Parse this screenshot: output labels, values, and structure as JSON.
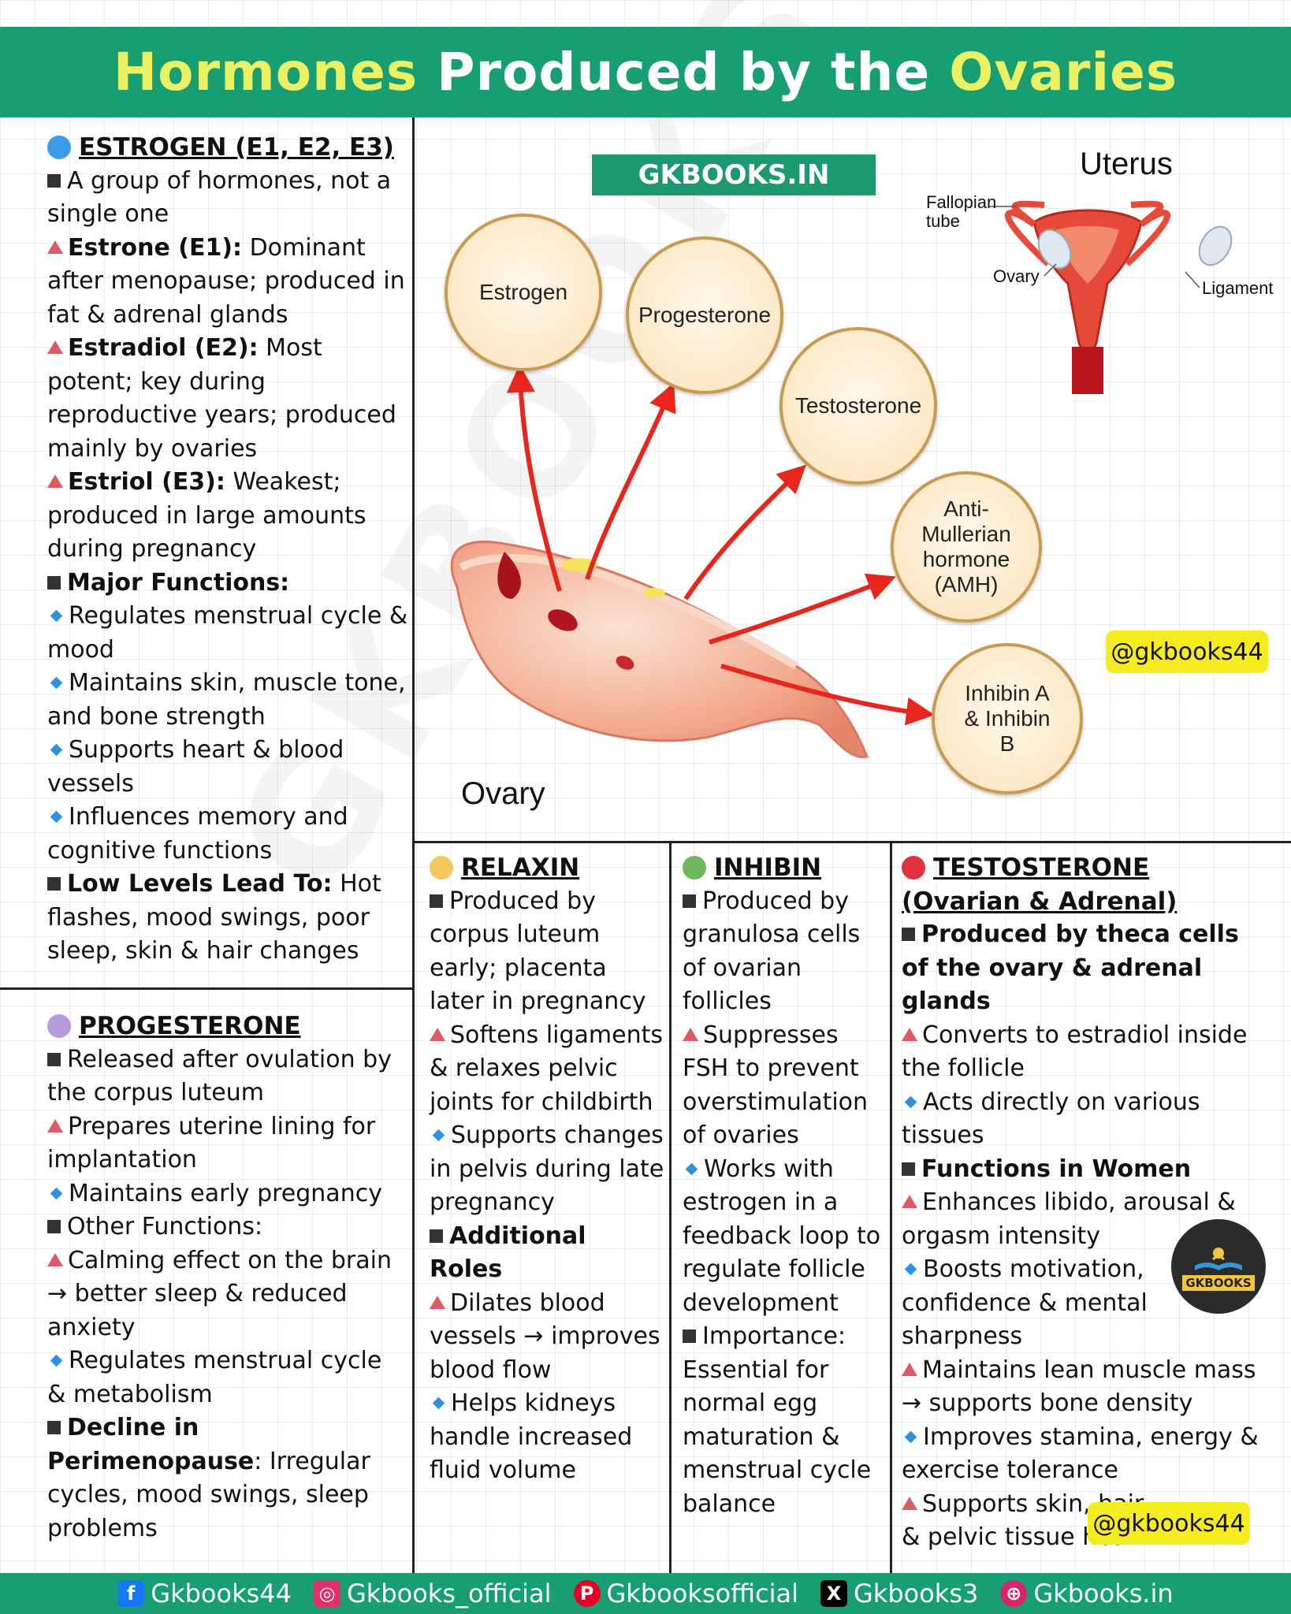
{
  "header": {
    "title_part1": "Hormones",
    "title_part2": " Produced by the ",
    "title_part3": "Ovaries"
  },
  "watermark": "GKBOOKS.IN",
  "estrogen": {
    "title": "ESTROGEN (E1, E2, E3)",
    "dot_color": "#3b9be8",
    "intro": "A group of hormones, not a single one",
    "e1_label": "Estrone (E1):",
    "e1_text": " Dominant after menopause; produced in fat & adrenal glands",
    "e2_label": "Estradiol (E2):",
    "e2_text": " Most potent; key during reproductive years; produced mainly by ovaries",
    "e3_label": "Estriol (E3):",
    "e3_text": " Weakest; produced in large amounts during pregnancy",
    "functions_heading": "Major Functions:",
    "functions": [
      "Regulates menstrual cycle & mood",
      "Maintains skin, muscle tone, and bone strength",
      "Supports heart & blood vessels",
      "Influences memory and cognitive functions"
    ],
    "low_label": "Low Levels Lead To:",
    "low_text": " Hot flashes, mood swings, poor sleep, skin & hair changes"
  },
  "progesterone": {
    "title": "PROGESTERONE",
    "dot_color": "#b79be0",
    "line1": "Released after ovulation by the corpus luteum",
    "line2": "Prepares uterine lining for implantation",
    "line3": "Maintains early pregnancy",
    "line4": "Other Functions:",
    "line5": "Calming effect on the brain → better sleep & reduced anxiety",
    "line6": "Regulates menstrual cycle & metabolism",
    "decline_label": "Decline in Perimenopause",
    "decline_text": ": Irregular cycles, mood swings, sleep problems"
  },
  "diagram": {
    "badge": "GKBOOKS.IN",
    "uterus_title": "Uterus",
    "fallopian": "Fallopian tube",
    "ovary_small": "Ovary",
    "ligament": "Ligament",
    "ovary_label": "Ovary",
    "handle": "@gkbooks44",
    "bubbles": [
      "Estrogen",
      "Progesterone",
      "Testosterone",
      "Anti-Mullerian hormone (AMH)",
      "Inhibin A & Inhibin B"
    ]
  },
  "relaxin": {
    "title": "RELAXIN",
    "dot_color": "#f6c75a",
    "line1": "Produced by corpus luteum early; placenta later in pregnancy",
    "line2": "Softens ligaments & relaxes pelvic joints for childbirth",
    "line3": "Supports changes in pelvis during late pregnancy",
    "roles_heading": "Additional Roles",
    "line4": "Dilates blood vessels → improves blood flow",
    "line5": "Helps kidneys handle increased fluid volume"
  },
  "inhibin": {
    "title": "INHIBIN",
    "dot_color": "#6db85a",
    "line1": "Produced by granulosa cells of ovarian follicles",
    "line2": "Suppresses FSH to prevent overstimulation of ovaries",
    "line3": "Works with estrogen in a feedback loop to regulate follicle development",
    "line4": "Importance: Essential for normal egg maturation & menstrual cycle balance"
  },
  "testosterone": {
    "title": "TESTOSTERONE",
    "subtitle": "(Ovarian & Adrenal)",
    "dot_color": "#e2323f",
    "line1": "Produced by theca cells of the ovary & adrenal glands",
    "line2": "Converts to estradiol inside the follicle",
    "line3": "Acts directly on various tissues",
    "functions_heading": "Functions in Women",
    "line4": "Enhances libido, arousal & orgasm intensity",
    "line5": "Boosts motivation, confidence & mental sharpness",
    "line6": "Maintains lean muscle mass → supports bone density",
    "line7": "Improves stamina, energy & exercise tolerance",
    "line8": "Supports skin, hair & pelvic tissue health",
    "handle": "@gkbooks44",
    "logo_text": "GKBOOKS"
  },
  "footer": {
    "items": [
      "Gkbooks44",
      "Gkbooks_official",
      "Gkbooksofficial",
      "Gkbooks3",
      "Gkbooks.in"
    ],
    "icon_colors": [
      "#1877f2",
      "#e1306c",
      "#e60023",
      "#000000",
      "#d6246e"
    ]
  }
}
